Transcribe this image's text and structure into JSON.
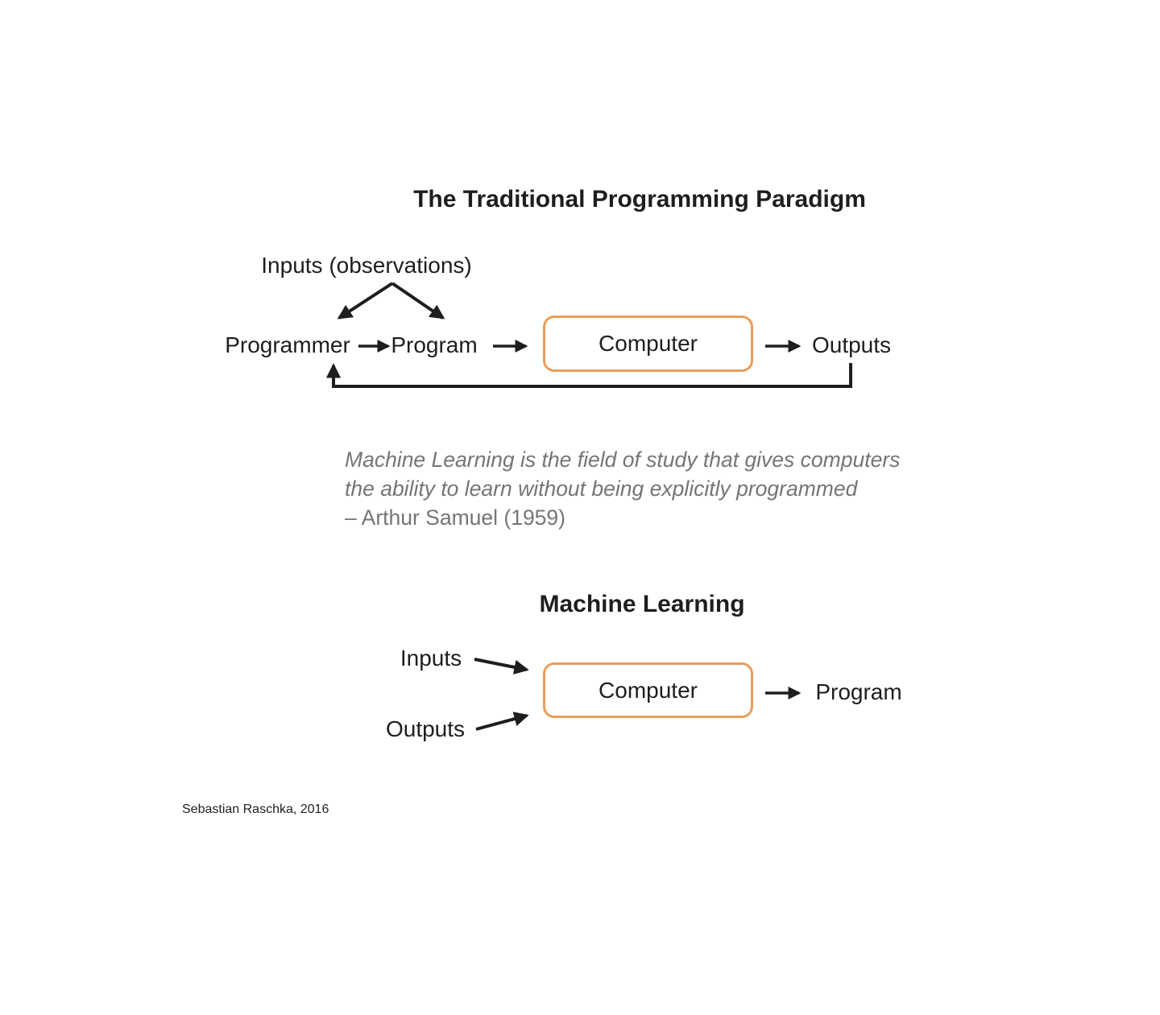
{
  "colors": {
    "accent_orange": "#EA9D5B",
    "ink_black": "#1e1e1e",
    "quote_gray": "#757575"
  },
  "traditional": {
    "title": "The Traditional Programming Paradigm",
    "inputs_label": "Inputs (observations)",
    "programmer_label": "Programmer",
    "program_label": "Program",
    "computer_label": "Computer",
    "outputs_label": "Outputs"
  },
  "quote": {
    "line1": "Machine Learning is the field of study that gives computers",
    "line2": "the ability to learn without being explicitly programmed",
    "attribution": "– Arthur Samuel (1959)"
  },
  "machine_learning": {
    "title": "Machine Learning",
    "inputs_label": "Inputs",
    "outputs_label": "Outputs",
    "computer_label": "Computer",
    "program_label": "Program"
  },
  "footer": {
    "credit": "Sebastian Raschka, 2016"
  }
}
